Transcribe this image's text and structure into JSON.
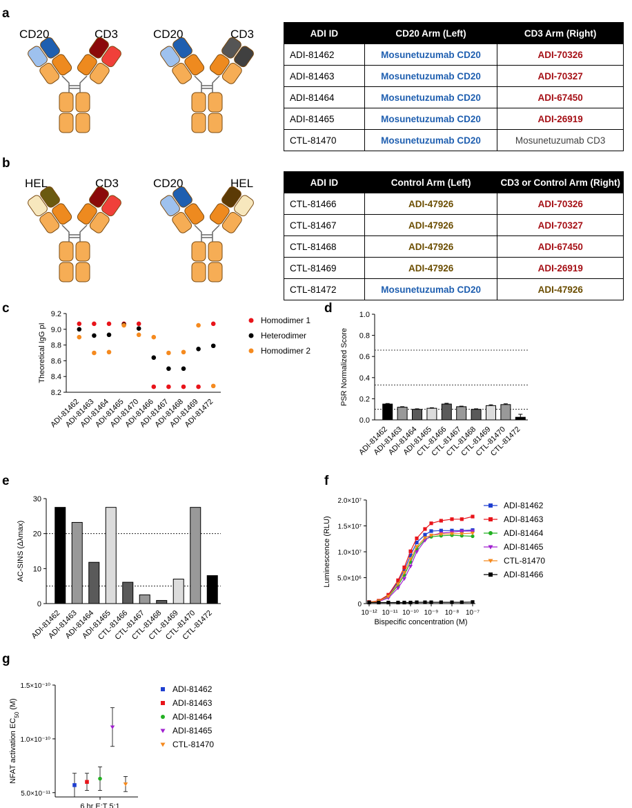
{
  "panel_labels": {
    "a": "a",
    "b": "b",
    "c": "c",
    "d": "d",
    "e": "e",
    "f": "f",
    "g": "g"
  },
  "diagram_a": {
    "ab1": {
      "left_label": "CD20",
      "right_label": "CD3",
      "left_colors": [
        "#9ec1ee",
        "#1f5fb0"
      ],
      "right_colors": [
        "#8b0a0a",
        "#f0403a"
      ]
    },
    "ab2": {
      "left_label": "CD20",
      "right_label": "CD3",
      "left_colors": [
        "#9ec1ee",
        "#1f5fb0"
      ],
      "right_colors": [
        "#555555",
        "#404040"
      ]
    }
  },
  "diagram_b": {
    "ab1": {
      "left_label": "HEL",
      "right_label": "CD3",
      "left_colors": [
        "#f7e7bd",
        "#6b5a10"
      ],
      "right_colors": [
        "#8b0a0a",
        "#f0403a"
      ]
    },
    "ab2": {
      "left_label": "CD20",
      "right_label": "HEL",
      "left_colors": [
        "#9ec1ee",
        "#1f5fb0"
      ],
      "right_colors": [
        "#5b3a06",
        "#f7e7bd"
      ]
    }
  },
  "table_a": {
    "headers": [
      "ADI ID",
      "CD20 Arm (Left)",
      "CD3 Arm (Right)"
    ],
    "rows": [
      [
        "ADI-81462",
        "Mosunetuzumab CD20",
        "ADI-70326"
      ],
      [
        "ADI-81463",
        "Mosunetuzumab CD20",
        "ADI-70327"
      ],
      [
        "ADI-81464",
        "Mosunetuzumab CD20",
        "ADI-67450"
      ],
      [
        "ADI-81465",
        "Mosunetuzumab CD20",
        "ADI-26919"
      ],
      [
        "CTL-81470",
        "Mosunetuzumab CD20",
        "Mosunetuzumab CD3"
      ]
    ],
    "cell_classes": [
      [
        "",
        "blue",
        "red"
      ],
      [
        "",
        "blue",
        "red"
      ],
      [
        "",
        "blue",
        "red"
      ],
      [
        "",
        "blue",
        "red"
      ],
      [
        "",
        "blue",
        "grey"
      ]
    ]
  },
  "table_b": {
    "headers": [
      "ADI ID",
      "Control Arm (Left)",
      "CD3 or Control Arm (Right)"
    ],
    "rows": [
      [
        "CTL-81466",
        "ADI-47926",
        "ADI-70326"
      ],
      [
        "CTL-81467",
        "ADI-47926",
        "ADI-70327"
      ],
      [
        "CTL-81468",
        "ADI-47926",
        "ADI-67450"
      ],
      [
        "CTL-81469",
        "ADI-47926",
        "ADI-26919"
      ],
      [
        "CTL-81472",
        "Mosunetuzumab CD20",
        "ADI-47926"
      ]
    ],
    "cell_classes": [
      [
        "",
        "olive",
        "red"
      ],
      [
        "",
        "olive",
        "red"
      ],
      [
        "",
        "olive",
        "red"
      ],
      [
        "",
        "olive",
        "red"
      ],
      [
        "",
        "blue",
        "olive"
      ]
    ]
  },
  "chart_data": [
    {
      "id": "c",
      "type": "scatter",
      "ylabel": "Theoretical IgG pI",
      "ylim": [
        8.2,
        9.2
      ],
      "yticks": [
        8.2,
        8.4,
        8.6,
        8.8,
        9.0,
        9.2
      ],
      "ytick_labels": [
        "8.2",
        "8.4",
        "8.6",
        "8.8",
        "9.0",
        "9.2"
      ],
      "categories": [
        "ADI-81462",
        "ADI-81463",
        "ADI-81464",
        "ADI-81465",
        "ADI-81470",
        "ADI-81466",
        "ADI-81467",
        "ADI-81468",
        "ADI-81469",
        "ADI-81472"
      ],
      "series": [
        {
          "name": "Homodimer 1",
          "color": "#e8141a",
          "values": [
            9.07,
            9.07,
            9.07,
            9.07,
            9.07,
            8.27,
            8.27,
            8.27,
            8.27,
            9.07
          ]
        },
        {
          "name": "Heterodimer",
          "color": "#000000",
          "values": [
            9.0,
            8.92,
            8.93,
            9.06,
            9.01,
            8.64,
            8.5,
            8.5,
            8.75,
            8.79
          ]
        },
        {
          "name": "Homodimer 2",
          "color": "#f58a1f",
          "values": [
            8.9,
            8.7,
            8.71,
            9.05,
            8.93,
            8.9,
            8.7,
            8.71,
            9.05,
            8.28
          ]
        }
      ],
      "legend": "right"
    },
    {
      "id": "d",
      "type": "bar",
      "ylabel": "PSR Normalized Score",
      "ylim": [
        0,
        1.0
      ],
      "yticks": [
        0,
        0.2,
        0.4,
        0.6,
        0.8,
        1.0
      ],
      "ytick_labels": [
        "0.0",
        "0.2",
        "0.4",
        "0.6",
        "0.8",
        "1.0"
      ],
      "categories": [
        "ADI-81462",
        "ADI-81463",
        "ADI-81464",
        "ADI-81465",
        "CTL-81466",
        "CTL-81467",
        "CTL-81468",
        "CTL-81469",
        "CTL-81470",
        "CTL-81472"
      ],
      "values": [
        0.15,
        0.12,
        0.1,
        0.11,
        0.15,
        0.125,
        0.1,
        0.135,
        0.145,
        0.025
      ],
      "errors": [
        0.005,
        0.005,
        0.005,
        0.005,
        0.007,
        0.005,
        0.005,
        0.008,
        0.007,
        0.028
      ],
      "colors": [
        "#000000",
        "#999999",
        "#5a5a5a",
        "#dcdcdc",
        "#5a5a5a",
        "#999999",
        "#5a5a5a",
        "#dcdcdc",
        "#999999",
        "#000000"
      ],
      "reference_lines": [
        0.1,
        0.33,
        0.66
      ]
    },
    {
      "id": "e",
      "type": "bar",
      "ylabel": "AC-SINS (Δλmax)",
      "ylim": [
        0,
        30
      ],
      "yticks": [
        0,
        10,
        20,
        30
      ],
      "ytick_labels": [
        "0",
        "10",
        "20",
        "30"
      ],
      "categories": [
        "ADI-81462",
        "ADI-81463",
        "ADI-81464",
        "ADI-81465",
        "CTL-81466",
        "CTL-81467",
        "CTL-81468",
        "CTL-81469",
        "CTL-81470",
        "CTL-81472"
      ],
      "values": [
        27.5,
        23.2,
        11.8,
        27.5,
        6.1,
        2.5,
        0.9,
        7.0,
        27.5,
        8.0
      ],
      "colors": [
        "#000000",
        "#999999",
        "#5a5a5a",
        "#dcdcdc",
        "#5a5a5a",
        "#999999",
        "#5a5a5a",
        "#dcdcdc",
        "#999999",
        "#000000"
      ],
      "reference_lines": [
        5,
        20
      ]
    },
    {
      "id": "f",
      "type": "line",
      "xlabel": "Bispecific concentration (M)",
      "ylabel": "Luminescence (RLU)",
      "x_scale": "log",
      "xlim": [
        1e-12,
        1e-07
      ],
      "ylim": [
        0,
        20000000.0
      ],
      "ytick_labels": [
        "0",
        "5.0×10⁶",
        "1.0×10⁷",
        "1.5×10⁷",
        "2.0×10⁷"
      ],
      "yticks": [
        0,
        5000000,
        10000000,
        15000000,
        20000000
      ],
      "xtick_labels": [
        "10⁻¹²",
        "10⁻¹¹",
        "10⁻¹⁰",
        "10⁻⁹",
        "10⁻⁸",
        "10⁻⁷"
      ],
      "xticks": [
        -12,
        -11,
        -10,
        -9,
        -8,
        -7
      ],
      "x": [
        1e-12,
        2.9e-12,
        8.5e-12,
        2.5e-11,
        5e-11,
        1e-10,
        2e-10,
        5e-10,
        1e-09,
        3e-09,
        1e-08,
        3e-08,
        1e-07
      ],
      "series": [
        {
          "name": "ADI-81462",
          "color": "#1f3fd0",
          "marker": "square",
          "values": [
            300000,
            500000,
            1500000,
            4200000,
            6500000,
            9300000,
            11800000,
            13300000,
            14000000,
            14100000,
            14100000,
            14100000,
            14200000
          ]
        },
        {
          "name": "ADI-81463",
          "color": "#e8141a",
          "marker": "square",
          "values": [
            300000,
            550000,
            1700000,
            4500000,
            7000000,
            10100000,
            12600000,
            14400000,
            15500000,
            16000000,
            16300000,
            16300000,
            16800000
          ]
        },
        {
          "name": "ADI-81464",
          "color": "#22b022",
          "marker": "circle",
          "values": [
            250000,
            450000,
            1300000,
            3500000,
            5500000,
            8000000,
            10600000,
            12400000,
            12900000,
            13100000,
            13200000,
            13100000,
            13000000
          ]
        },
        {
          "name": "ADI-81465",
          "color": "#a020d0",
          "marker": "triangle-down",
          "values": [
            250000,
            400000,
            1100000,
            3000000,
            4800000,
            7200000,
            10000000,
            12200000,
            13200000,
            13600000,
            13800000,
            14000000,
            14000000
          ]
        },
        {
          "name": "CTL-81470",
          "color": "#f58a1f",
          "marker": "triangle-down",
          "values": [
            250000,
            450000,
            1400000,
            3800000,
            6000000,
            8600000,
            11000000,
            12700000,
            13200000,
            13400000,
            13500000,
            13500000,
            13600000
          ]
        },
        {
          "name": "ADI-81466",
          "color": "#000000",
          "marker": "square",
          "values": [
            200000,
            200000,
            200000,
            200000,
            200000,
            200000,
            250000,
            250000,
            250000,
            250000,
            250000,
            250000,
            300000
          ]
        }
      ],
      "legend": "right"
    },
    {
      "id": "g",
      "type": "scatter",
      "ylabel": "NFAT activation EC",
      "ylabel_sub": "50",
      "ylabel_unit": " (M)",
      "ylim": [
        4.6e-11,
        1.5e-10
      ],
      "yticks": [
        5e-11,
        1e-10,
        1.5e-10
      ],
      "ytick_labels": [
        "5.0×10⁻¹¹",
        "1.0×10⁻¹⁰",
        "1.5×10⁻¹⁰"
      ],
      "xtick_labels": [
        "6 hr E:T 5:1"
      ],
      "series": [
        {
          "name": "ADI-81462",
          "color": "#1f3fd0",
          "marker": "square",
          "value": 5.7e-11,
          "err": 1.1e-11
        },
        {
          "name": "ADI-81463",
          "color": "#e8141a",
          "marker": "square",
          "value": 6e-11,
          "err": 8e-12
        },
        {
          "name": "ADI-81464",
          "color": "#22b022",
          "marker": "circle",
          "value": 6.3e-11,
          "err": 1.1e-11
        },
        {
          "name": "ADI-81465",
          "color": "#a020d0",
          "marker": "triangle-down",
          "value": 1.11e-10,
          "err": 1.8e-11
        },
        {
          "name": "CTL-81470",
          "color": "#f58a1f",
          "marker": "triangle-down",
          "value": 5.8e-11,
          "err": 7e-12
        }
      ],
      "legend": "right"
    }
  ]
}
